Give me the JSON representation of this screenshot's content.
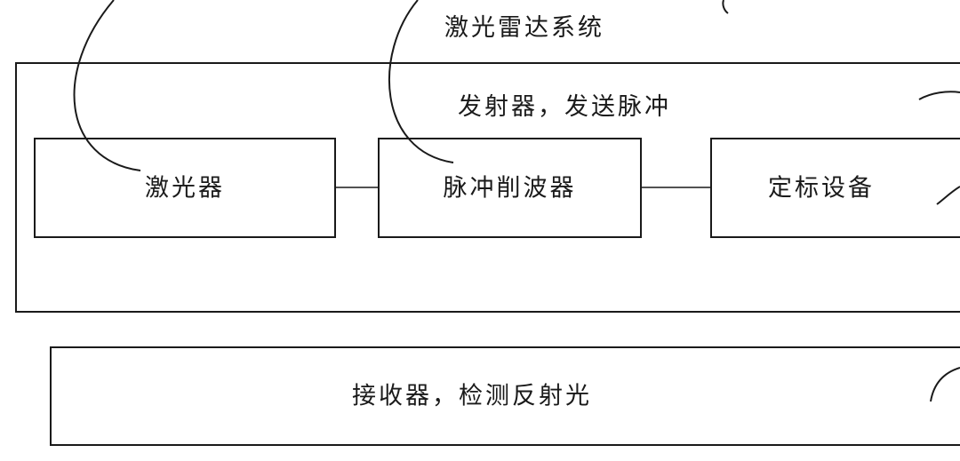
{
  "title": "激光雷达系统",
  "transmitter": {
    "label": "发射器，发送脉冲",
    "components": [
      {
        "label": "激光器"
      },
      {
        "label": "脉冲削波器"
      },
      {
        "label": "定标设备"
      }
    ]
  },
  "receiver": {
    "label": "接收器，检测反射光"
  },
  "colors": {
    "line": "#1a1a1a",
    "background": "#ffffff"
  }
}
